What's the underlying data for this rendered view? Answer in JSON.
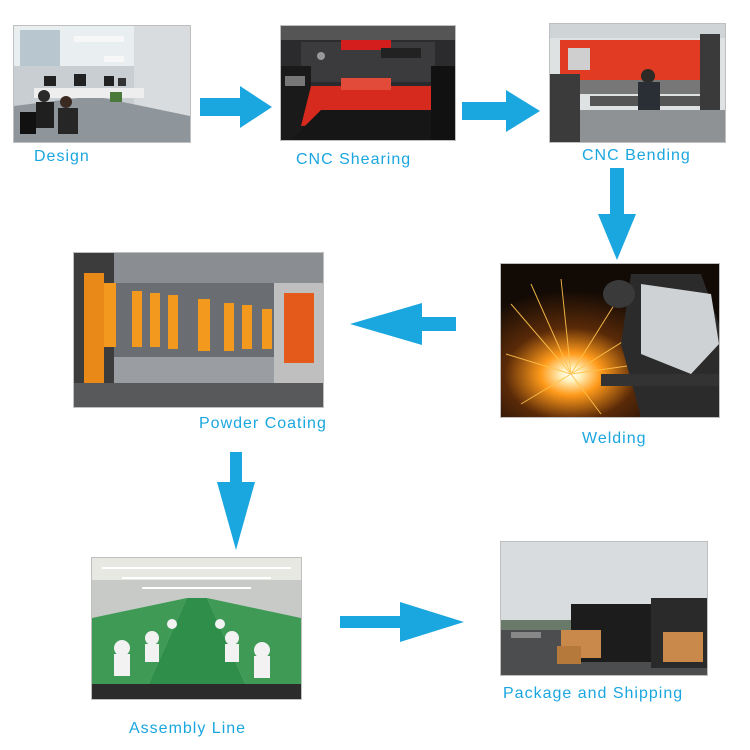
{
  "colors": {
    "arrow": "#1aa6df",
    "label": "#1aa6df"
  },
  "steps": [
    {
      "label": "Design",
      "photo": "office-workstations-photo"
    },
    {
      "label": "CNC Shearing",
      "photo": "cnc-turret-punch-machine-photo"
    },
    {
      "label": "CNC Bending",
      "photo": "press-brake-bending-photo"
    },
    {
      "label": "Welding",
      "photo": "welding-sparks-photo"
    },
    {
      "label": "Powder Coating",
      "photo": "powder-coating-line-photo"
    },
    {
      "label": "Assembly Line",
      "photo": "factory-assembly-line-photo"
    },
    {
      "label": "Package and Shipping",
      "photo": "shipping-container-loading-photo"
    }
  ],
  "arrows": [
    {
      "from": "Design",
      "to": "CNC Shearing",
      "direction": "right"
    },
    {
      "from": "CNC Shearing",
      "to": "CNC Bending",
      "direction": "right"
    },
    {
      "from": "CNC Bending",
      "to": "Welding",
      "direction": "down"
    },
    {
      "from": "Welding",
      "to": "Powder Coating",
      "direction": "left"
    },
    {
      "from": "Powder Coating",
      "to": "Assembly Line",
      "direction": "down"
    },
    {
      "from": "Assembly Line",
      "to": "Package and Shipping",
      "direction": "right"
    }
  ]
}
